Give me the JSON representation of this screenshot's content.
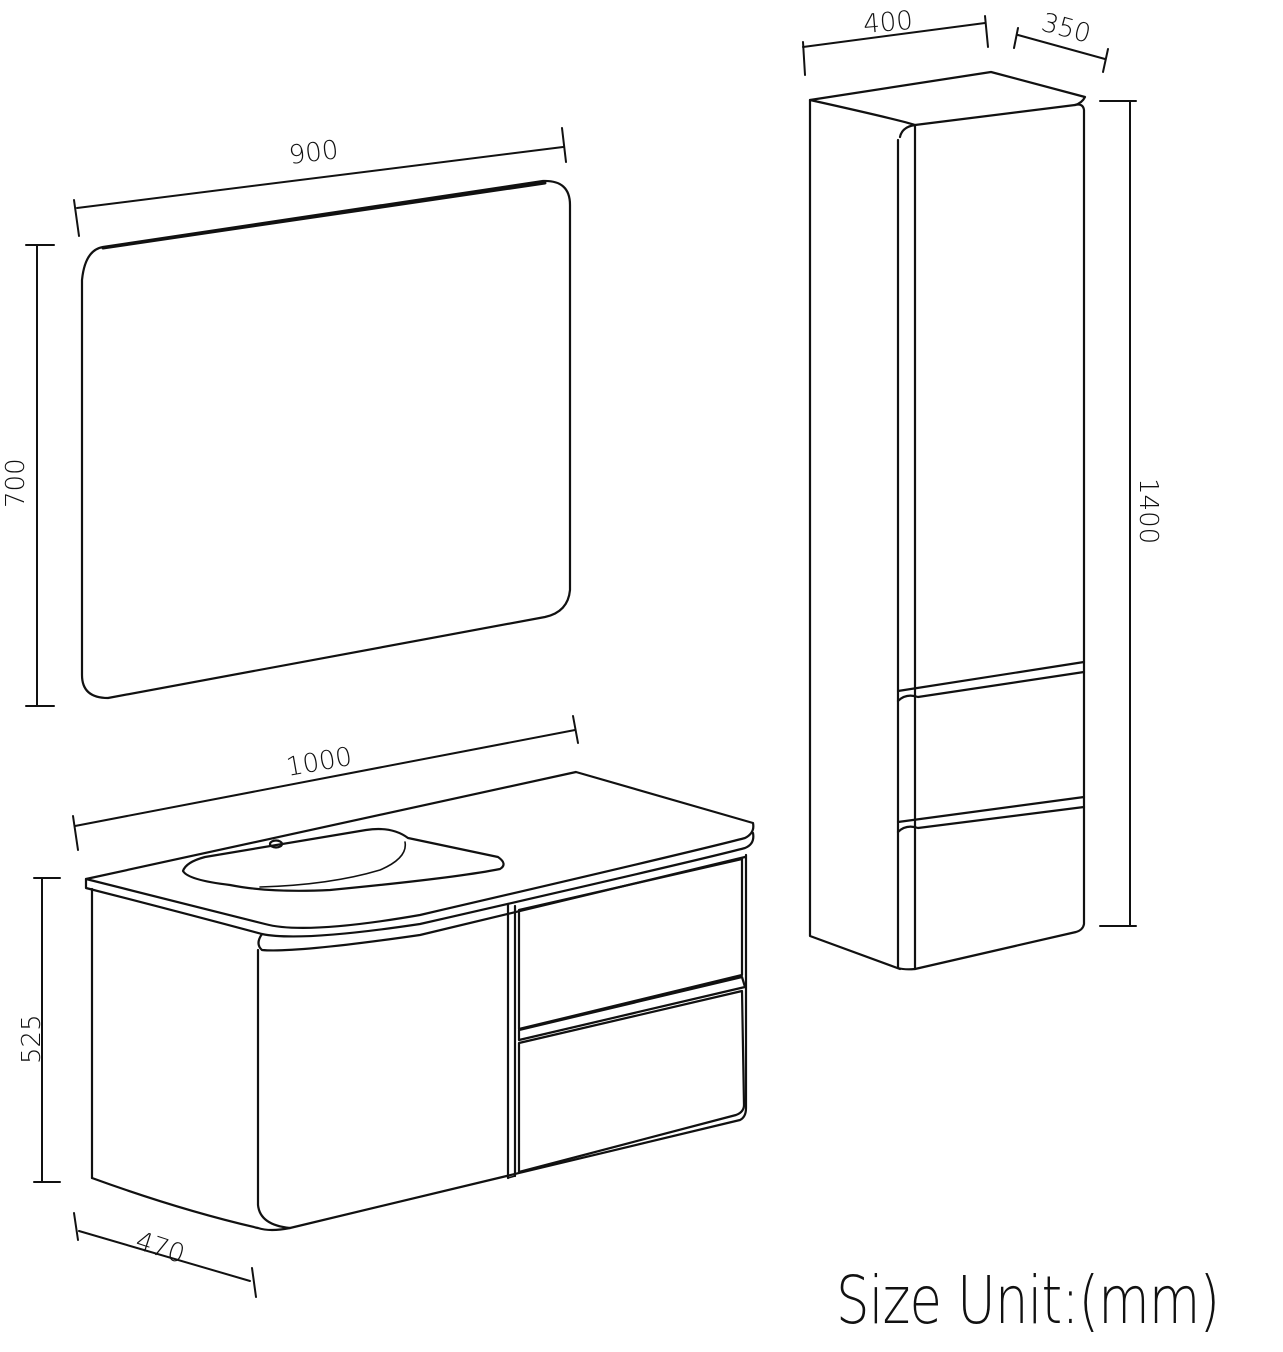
{
  "mirror": {
    "width_label": "900",
    "height_label": "700"
  },
  "vanity": {
    "width_label": "1000",
    "height_label": "525",
    "depth_label": "470"
  },
  "tall_cabinet": {
    "width_label": "400",
    "depth_label": "350",
    "height_label": "1400"
  },
  "unit_note": "Size Unit:(mm)"
}
